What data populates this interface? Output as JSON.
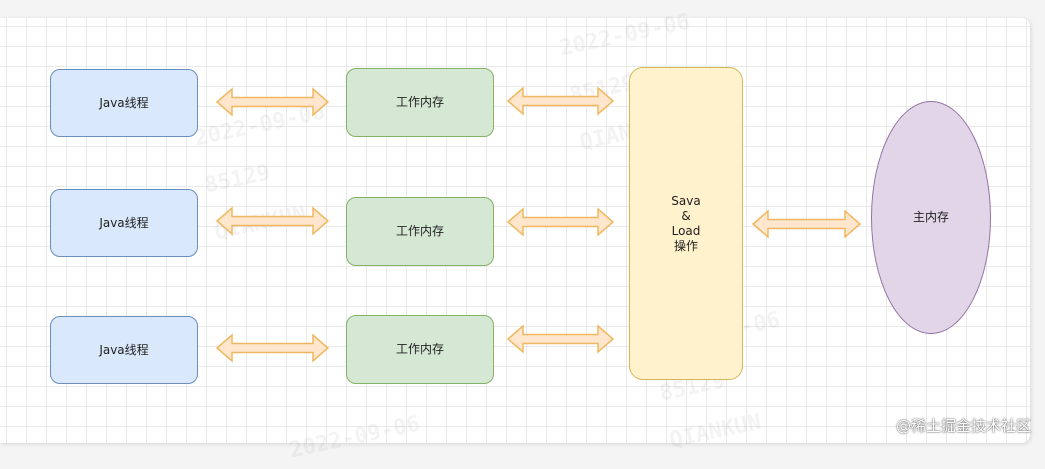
{
  "diagram": {
    "threads": [
      {
        "label": "Java线程"
      },
      {
        "label": "Java线程"
      },
      {
        "label": "Java线程"
      }
    ],
    "working_memory": [
      {
        "label": "工作内存"
      },
      {
        "label": "工作内存"
      },
      {
        "label": "工作内存"
      }
    ],
    "save_load": {
      "lines": [
        "Sava",
        "&",
        "Load",
        "操作"
      ]
    },
    "main_memory": {
      "label": "主内存"
    }
  },
  "colors": {
    "thread_fill": "#dae8fc",
    "thread_stroke": "#6c8ebf",
    "wm_fill": "#d5e8d4",
    "wm_stroke": "#82b366",
    "saveload_fill": "#fff2cc",
    "saveload_stroke": "#d6b656",
    "mainmem_fill": "#e1d5e7",
    "mainmem_stroke": "#9673a6",
    "arrow_fill": "#ffe6cc",
    "arrow_stroke": "#f0b860"
  },
  "watermark": {
    "ghost_lines": [
      "2022-09-06",
      "85129",
      "QIANKUN"
    ],
    "credit": "@稀土掘金技术社区"
  }
}
